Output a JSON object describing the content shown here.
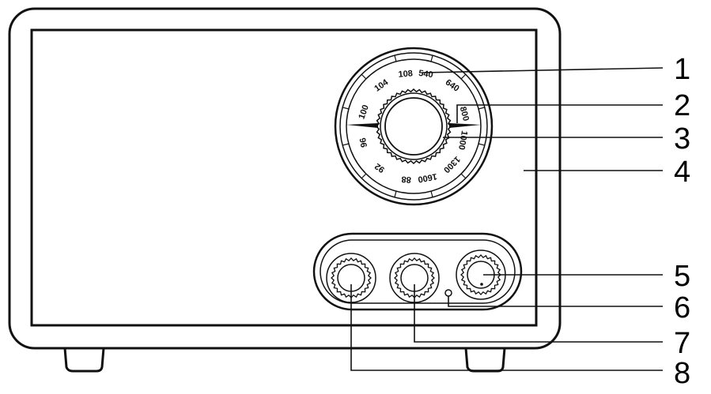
{
  "dial": {
    "scale_labels": [
      {
        "text": "108"
      },
      {
        "text": "540"
      },
      {
        "text": "640"
      },
      {
        "text": "104"
      },
      {
        "text": "100"
      },
      {
        "text": "96"
      },
      {
        "text": "92"
      },
      {
        "text": "88"
      },
      {
        "text": "1600"
      },
      {
        "text": "1300"
      },
      {
        "text": "1000"
      },
      {
        "text": "800"
      }
    ]
  },
  "callouts": [
    {
      "number": "1"
    },
    {
      "number": "2"
    },
    {
      "number": "3"
    },
    {
      "number": "4"
    },
    {
      "number": "5"
    },
    {
      "number": "6"
    },
    {
      "number": "7"
    },
    {
      "number": "8"
    }
  ],
  "colors": {
    "line": "#111111",
    "background": "#ffffff"
  }
}
